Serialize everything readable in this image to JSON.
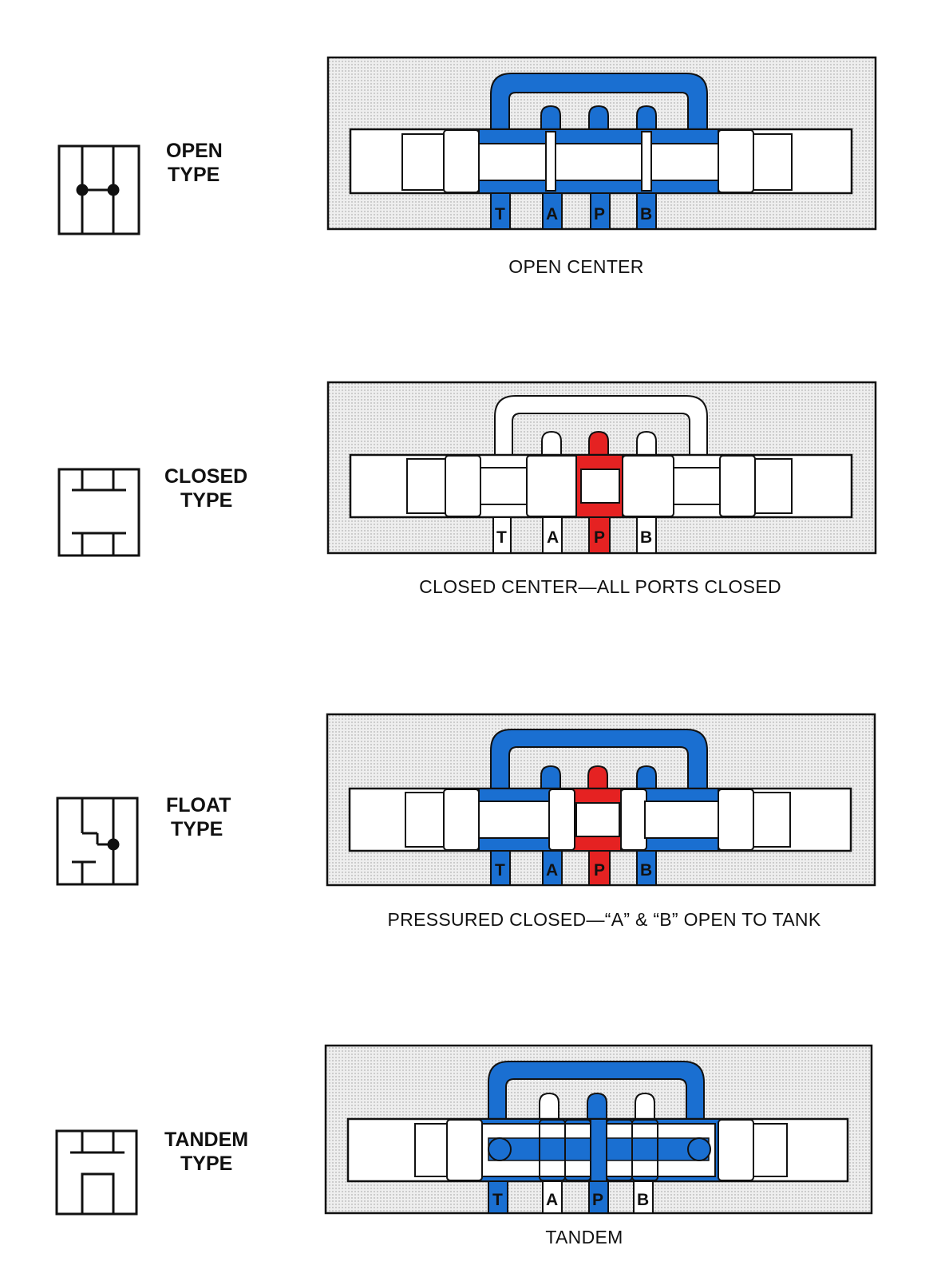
{
  "colors": {
    "tank": "#1a6fd1",
    "pressure": "#e52222",
    "body": "#e9e9e9",
    "line": "#111111"
  },
  "sections": [
    {
      "type_label": [
        "OPEN",
        "TYPE"
      ],
      "caption": "OPEN CENTER",
      "symbol": "open-type",
      "ports": [
        "T",
        "A",
        "P",
        "B"
      ]
    },
    {
      "type_label": [
        "CLOSED",
        "TYPE"
      ],
      "caption": "CLOSED CENTER—ALL PORTS CLOSED",
      "symbol": "closed-type",
      "ports": [
        "T",
        "A",
        "P",
        "B"
      ]
    },
    {
      "type_label": [
        "FLOAT",
        "TYPE"
      ],
      "caption": "PRESSURED CLOSED—“A” & “B” OPEN TO TANK",
      "symbol": "float-type",
      "ports": [
        "T",
        "A",
        "P",
        "B"
      ]
    },
    {
      "type_label": [
        "TANDEM",
        "TYPE"
      ],
      "caption": "TANDEM",
      "symbol": "tandem-type",
      "ports": [
        "T",
        "A",
        "P",
        "B"
      ]
    }
  ]
}
